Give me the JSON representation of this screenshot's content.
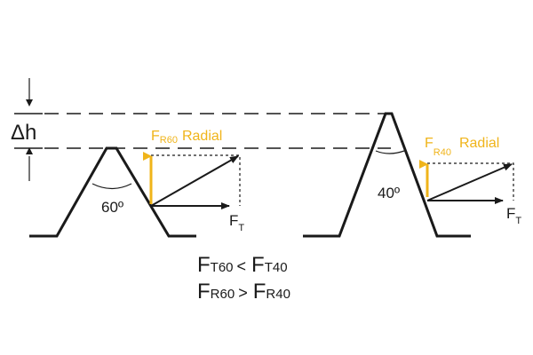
{
  "delta_label": "Δh",
  "left_profile": {
    "angle_label": "60º",
    "radial_main": "F",
    "radial_sub": "R60",
    "radial_word": "Radial",
    "tangential_main": "F",
    "tangential_sub": "T"
  },
  "right_profile": {
    "angle_label": "40º",
    "radial_main": "F",
    "radial_sub": "R40",
    "radial_word": "Radial",
    "tangential_main": "F",
    "tangential_sub": "T"
  },
  "relations": [
    {
      "a_main": "F",
      "a_sub": "T60",
      "op": "<",
      "b_main": "F",
      "b_sub": "T40"
    },
    {
      "a_main": "F",
      "a_sub": "R60",
      "op": ">",
      "b_main": "F",
      "b_sub": "R40"
    }
  ],
  "colors": {
    "line": "#1a1a1a",
    "radial": "#f0b41a",
    "dashed": "#1a1a1a"
  }
}
